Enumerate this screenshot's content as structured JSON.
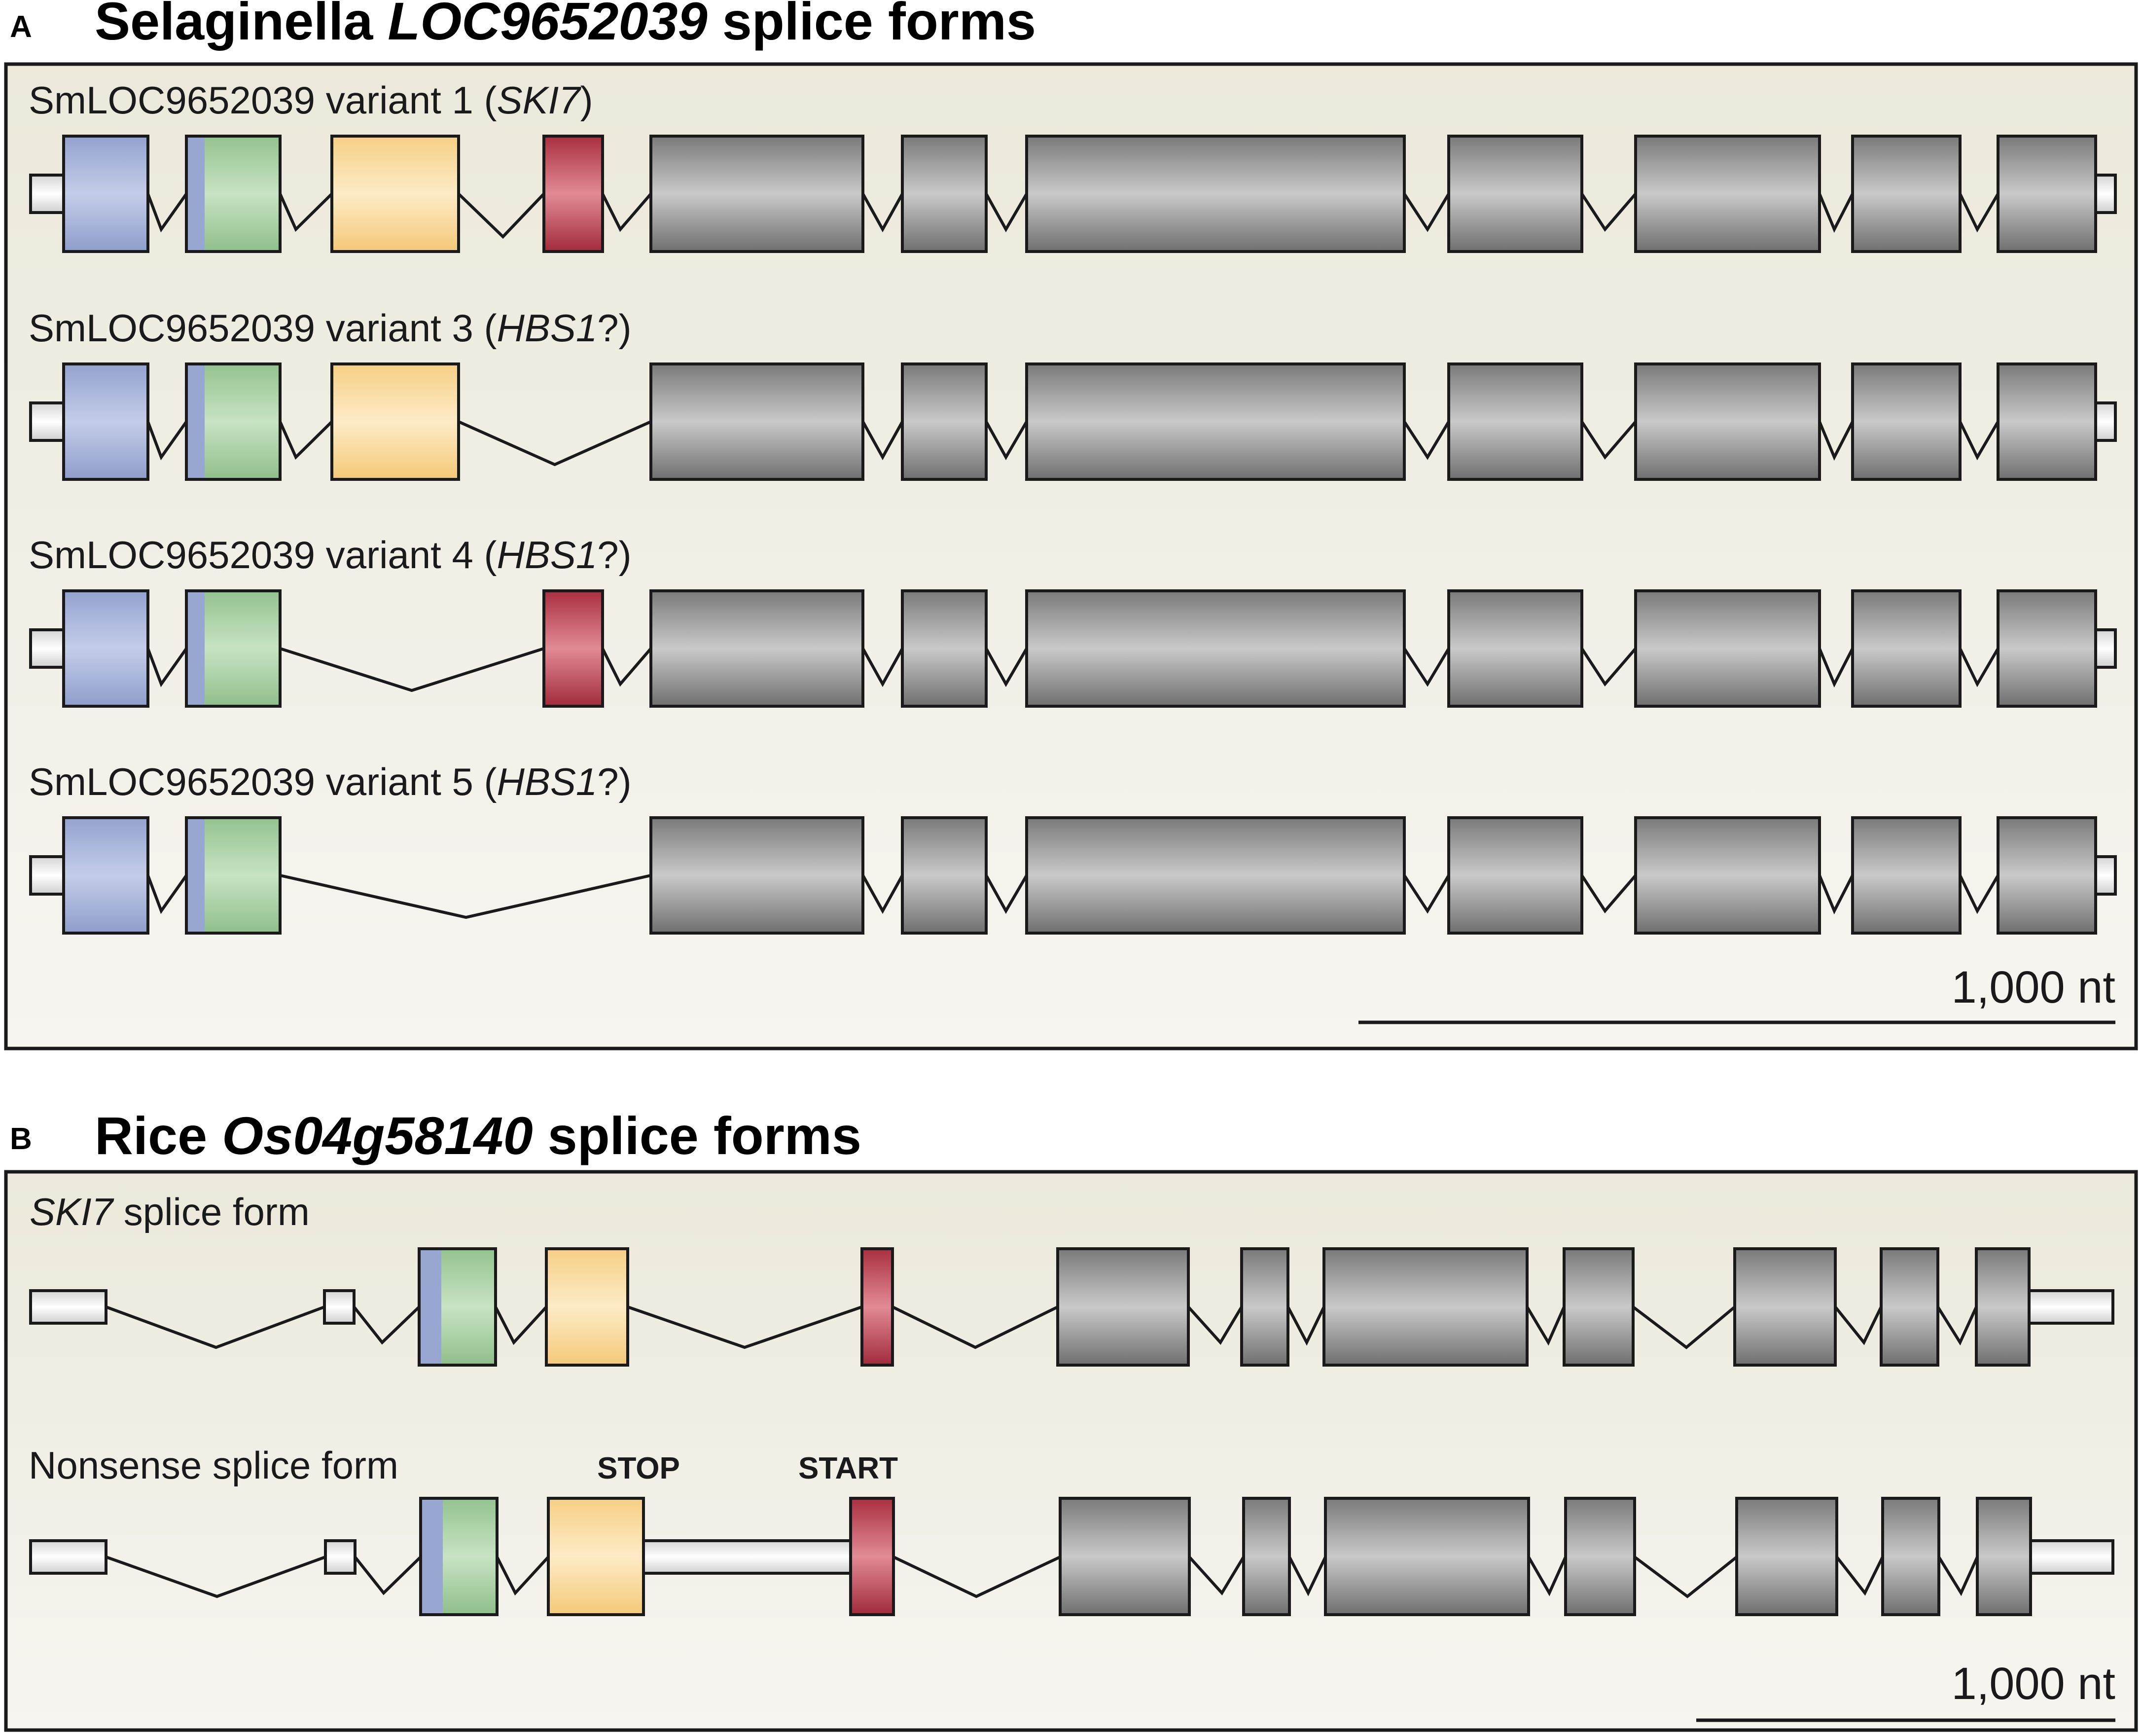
{
  "panels": [
    {
      "letter": "A",
      "title_plain": "Selaginella ",
      "title_italic": "LOC9652039",
      "title_rest": " splice forms",
      "scale_label": "1,000 nt",
      "tracks": [
        {
          "label_plain": "SmLOC9652039 variant 1 (",
          "label_italic": "SKI7",
          "label_rest": ")"
        },
        {
          "label_plain": "SmLOC9652039 variant 3 (",
          "label_italic": "HBS1",
          "label_rest": "?)"
        },
        {
          "label_plain": "SmLOC9652039 variant 4 (",
          "label_italic": "HBS1",
          "label_rest": "?)"
        },
        {
          "label_plain": "SmLOC9652039 variant 5 (",
          "label_italic": "HBS1",
          "label_rest": "?)"
        }
      ]
    },
    {
      "letter": "B",
      "title_plain": "Rice ",
      "title_italic": "Os04g58140",
      "title_rest": " splice forms",
      "scale_label": "1,000 nt",
      "tracks": [
        {
          "label_plain": "",
          "label_italic": "SKI7",
          "label_rest": " splice form"
        },
        {
          "label_plain": "Nonsense splice form",
          "label_italic": "",
          "label_rest": "",
          "stop_label": "STOP",
          "start_label": "START"
        }
      ]
    }
  ],
  "legend_colors": {
    "domain_blue": "#a9b6dc",
    "domain_green": "#a9d2a4",
    "domain_yellow": "#fde0a4",
    "domain_red": "#c04a58",
    "exon_grey": "#8f8f8f",
    "utr_white": "#f2f2f2",
    "panel_background": "#efede1"
  }
}
